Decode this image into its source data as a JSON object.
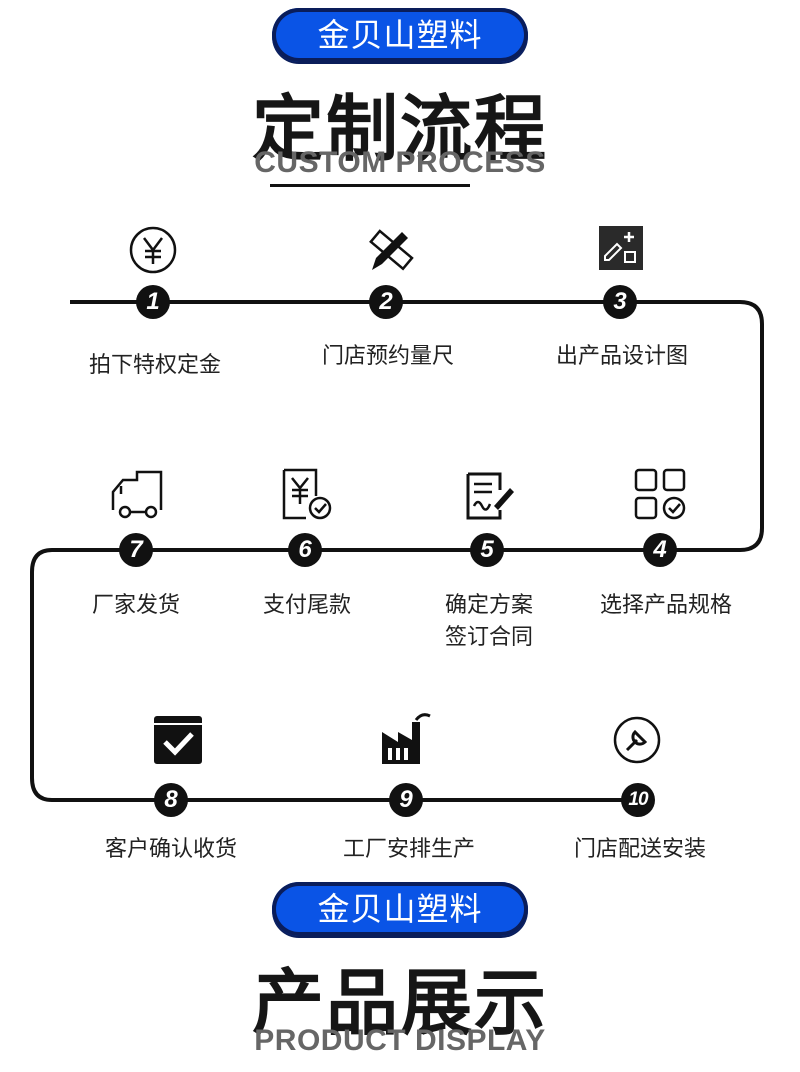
{
  "header": {
    "brand": "金贝山塑料",
    "title": "定制流程",
    "subtitle": "CUSTOM PROCESS"
  },
  "steps": [
    {
      "number": "1",
      "label": "拍下特权定金",
      "icon": "yen-coin-icon"
    },
    {
      "number": "2",
      "label": "门店预约量尺",
      "icon": "ruler-pencil-icon"
    },
    {
      "number": "3",
      "label": "出产品设计图",
      "icon": "design-card-icon"
    },
    {
      "number": "4",
      "label": "选择产品规格",
      "icon": "grid-check-icon"
    },
    {
      "number": "5",
      "label_line1": "确定方案",
      "label_line2": "签订合同",
      "icon": "contract-sign-icon"
    },
    {
      "number": "6",
      "label": "支付尾款",
      "icon": "yen-bill-check-icon"
    },
    {
      "number": "7",
      "label": "厂家发货",
      "icon": "delivery-truck-icon"
    },
    {
      "number": "8",
      "label": "客户确认收货",
      "icon": "checkbox-receipt-icon"
    },
    {
      "number": "9",
      "label": "工厂安排生产",
      "icon": "factory-icon"
    },
    {
      "number": "10",
      "label": "门店配送安装",
      "icon": "wrench-icon"
    }
  ],
  "footer": {
    "brand": "金贝山塑料",
    "title": "产品展示",
    "subtitle": "PRODUCT DISPLAY"
  }
}
